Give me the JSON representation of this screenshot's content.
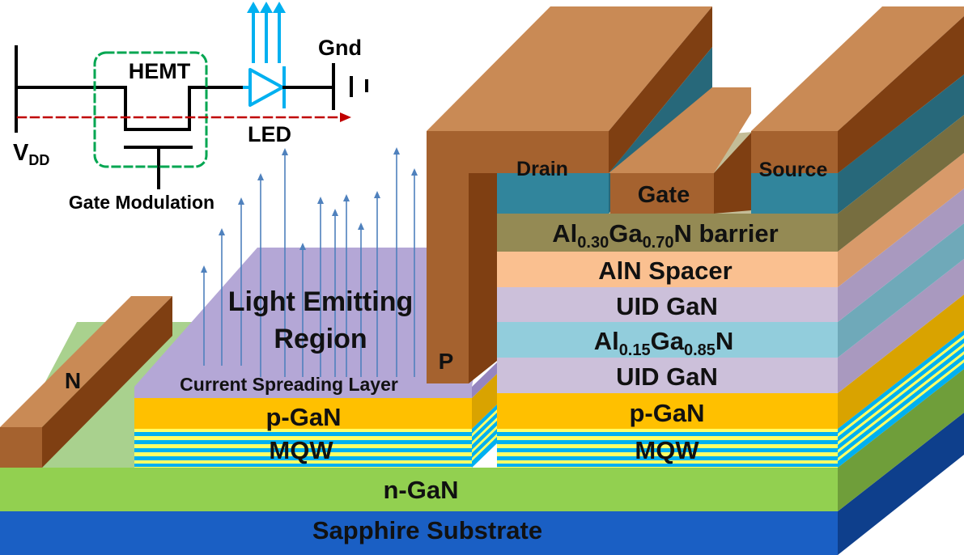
{
  "colors": {
    "sapphire": "#1a5fc4",
    "n_gan": "#92d050",
    "p_gan": "#ffc000",
    "mqw_blue": "#00b0f0",
    "mqw_yellow": "#ffff66",
    "uid_gan": "#ccc0da",
    "algan_015": "#92cddc",
    "aln_spacer": "#fac090",
    "algan_030": "#948a54",
    "metal": "#a5622f",
    "current_spreading": "#b4a7d6",
    "gate_dielectric": "#31859c",
    "circuit_highlight": "#00a651",
    "led_color": "#00b0f0",
    "current_arrow": "#c00000",
    "emission_arrow": "#4f81bd"
  },
  "circuit": {
    "hemt_label": "HEMT",
    "led_label": "LED",
    "gnd_label": "Gnd",
    "vdd_main": "V",
    "vdd_sub": "DD",
    "gate_modulation_label": "Gate Modulation"
  },
  "layers": {
    "sapphire": "Sapphire Substrate",
    "n_gan": "n-GaN",
    "mqw_left": "MQW",
    "pgan_left": "p-GaN",
    "current_spreading": "Current Spreading Layer",
    "light_region_line1": "Light Emitting",
    "light_region_line2": "Region",
    "mqw_right": "MQW",
    "pgan_right": "p-GaN",
    "uid_gan_lower": "UID GaN",
    "algan_015": {
      "a": "Al",
      "a_sub": "0.15",
      "b": "Ga",
      "b_sub": "0.85",
      "c": "N"
    },
    "uid_gan_upper": "UID GaN",
    "aln_spacer": "AlN Spacer",
    "algan_030": {
      "a": "Al",
      "a_sub": "0.30",
      "b": "Ga",
      "b_sub": "0.70",
      "c": "N barrier"
    }
  },
  "contacts": {
    "n": "N",
    "p": "P",
    "drain": "Drain",
    "gate": "Gate",
    "source": "Source"
  }
}
